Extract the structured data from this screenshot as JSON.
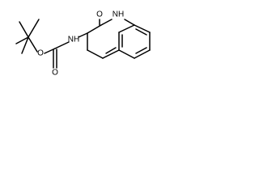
{
  "molecule": {
    "atoms": {
      "carbonyl_oxygen_carbamate": "O",
      "ester_oxygen": "O",
      "carbamate_nh": "NH",
      "lactam_oxygen": "O",
      "lactam_nh": "NH"
    }
  }
}
